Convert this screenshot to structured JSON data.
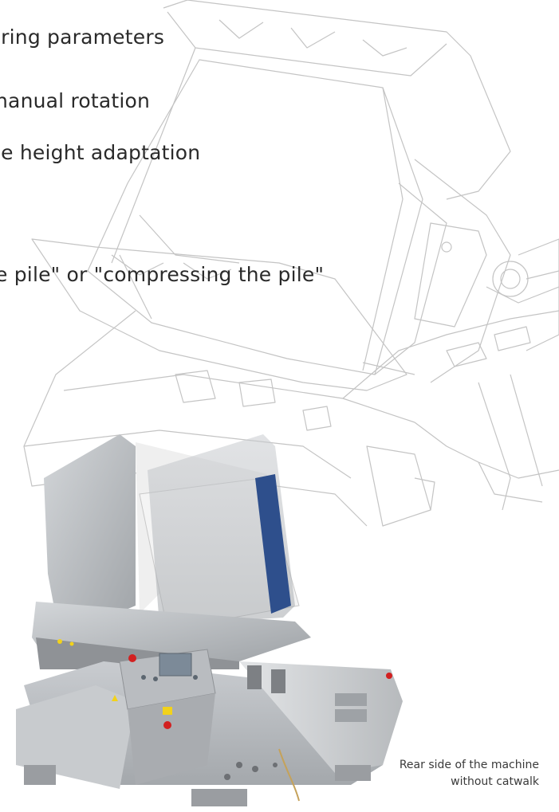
{
  "bullets": [
    "iring parameters",
    "nanual rotation",
    "le height adaptation",
    "e pile\" or \"compressing the pile\""
  ],
  "caption": {
    "line1": "Rear side of the machine",
    "line2": "without catwalk"
  },
  "images": {
    "line_drawing": "machine-line-drawing",
    "photo": "machine-photo"
  },
  "colors": {
    "text": "#2a2a2a",
    "line_art": "#c4c4c4",
    "machine_gray": "#b9bcc0",
    "machine_dark": "#8f9296",
    "blue_panel": "#2e4f8c",
    "warning_red": "#d22020",
    "warning_yellow": "#f2d21a"
  }
}
